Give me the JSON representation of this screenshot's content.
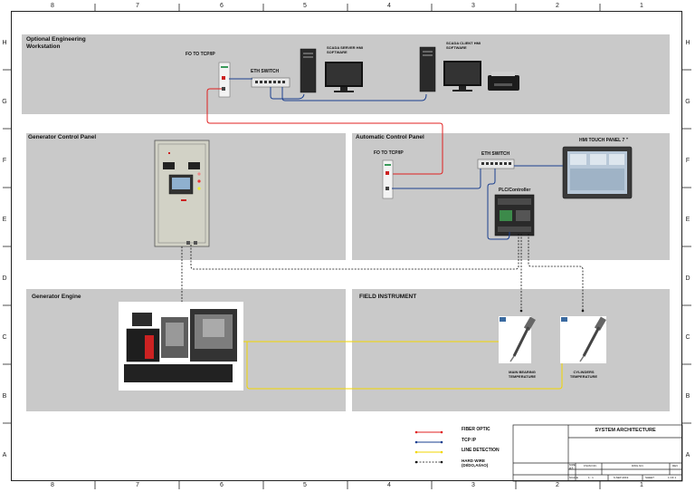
{
  "frame": {
    "top_zones": [
      "8",
      "7",
      "6",
      "5",
      "4",
      "3",
      "2",
      "1"
    ],
    "side_zones": [
      "H",
      "G",
      "F",
      "E",
      "D",
      "C",
      "B",
      "A"
    ]
  },
  "panels": {
    "workstation": {
      "title": "Optional Engineering Workstation"
    },
    "generator_control": {
      "title": "Generator Control Panel"
    },
    "automatic_control": {
      "title": "Automatic Control Panel"
    },
    "generator_engine": {
      "title": "Generator Engine"
    },
    "field_instrument": {
      "title": "FIELD INSTRUMENT"
    }
  },
  "devices": {
    "fo_top": "FO TO TCP/IP",
    "eth_top": "ETH SWITCH",
    "scada_server": "SCADA SERVER HMI SOFTWARE",
    "scada_client": "SCADA CLIENT HMI SOFTWARE",
    "fo_acp": "FO TO TCP/IP",
    "eth_acp": "ETH SWITCH",
    "hmi": "HMI TOUCH PANEL 7 \"",
    "plc": "PLC/Controller",
    "sensor1": "MAIN BEARING TEMPERATURE",
    "sensor2": "CYLINDERS TEMPERATURE"
  },
  "legend": [
    {
      "label": "FIBER OPTIC",
      "color": "#e02020"
    },
    {
      "label": "TCP IP",
      "color": "#1a3f8f"
    },
    {
      "label": "LINE DETECTION",
      "color": "#f2d600"
    },
    {
      "label": "HARD WIRE (DI/DO,AI/AO)",
      "color": "#111111"
    }
  ],
  "title_block": {
    "title": "SYSTEM ARCHITECTURE",
    "row_labels": [
      "SIZE",
      "A3",
      "SCALE",
      "1 : 1"
    ],
    "fields": [
      "FSCM NO.",
      "DWG NO.",
      "REV",
      "SHEET",
      "1 OF 1"
    ],
    "date": "6-SEP-2019"
  },
  "colors": {
    "panel": "#c9c9c9",
    "fiber": "#e02020",
    "tcp": "#1a3f8f",
    "line_detection": "#f2d600",
    "hard_wire": "#111111"
  }
}
